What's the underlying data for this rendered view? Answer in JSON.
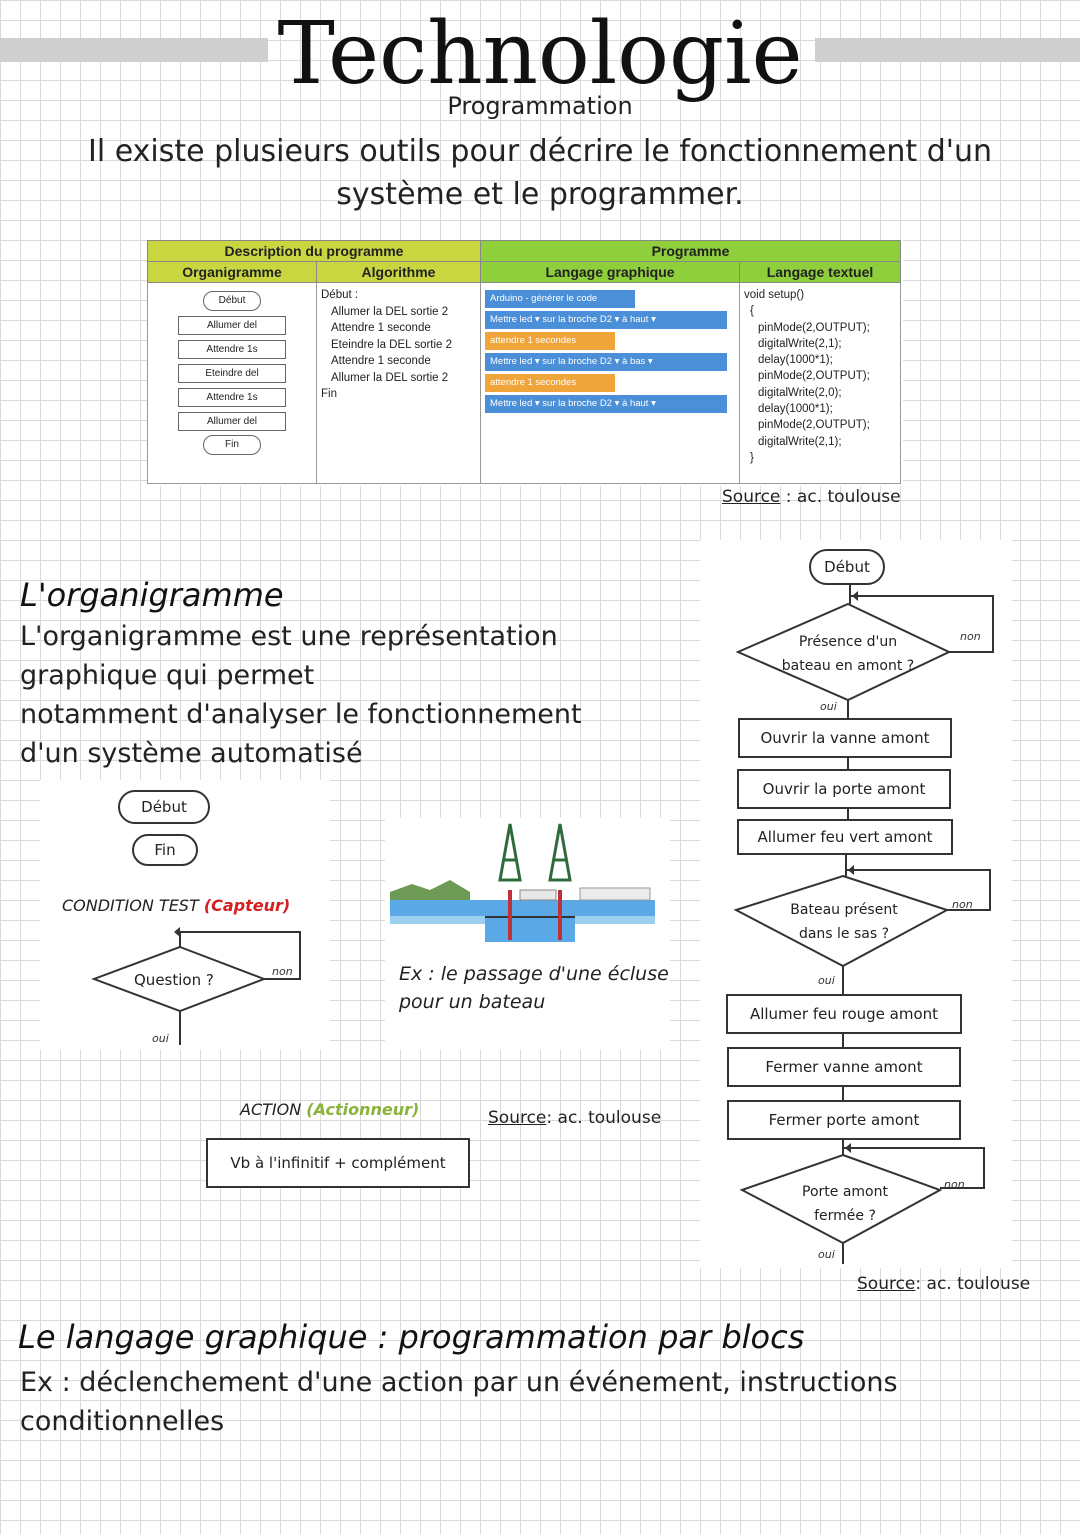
{
  "header": {
    "title": "Technologie",
    "subtitle": "Programmation",
    "intro": "Il existe plusieurs outils pour décrire le fonctionnement d'un système et le programmer."
  },
  "table": {
    "group1": "Description du programme",
    "group2": "Programme",
    "col1": "Organigramme",
    "col2": "Algorithme",
    "col3": "Langage graphique",
    "col4": "Langage textuel",
    "organigramme": [
      "Début",
      "Allumer del",
      "Attendre 1s",
      "Eteindre del",
      "Attendre 1s",
      "Allumer del",
      "Fin"
    ],
    "algorithme": [
      "Début :",
      "Allumer la DEL sortie 2",
      "Attendre 1 seconde",
      "Eteindre la DEL sortie 2",
      "Attendre 1 seconde",
      "Allumer la DEL sortie 2",
      "Fin"
    ],
    "blocks": [
      {
        "text": "Arduino - générer le code",
        "color": "#4a8fd8"
      },
      {
        "text": "Mettre led ▾ sur la broche D2 ▾ à haut ▾",
        "color": "#4a8fd8"
      },
      {
        "text": "attendre 1 secondes",
        "color": "#f0a53a"
      },
      {
        "text": "Mettre led ▾ sur la broche D2 ▾ à bas ▾",
        "color": "#4a8fd8"
      },
      {
        "text": "attendre 1 secondes",
        "color": "#f0a53a"
      },
      {
        "text": "Mettre led ▾ sur la broche D2 ▾ à haut ▾",
        "color": "#4a8fd8"
      }
    ],
    "code": [
      "void setup()",
      "{",
      "pinMode(2,OUTPUT);",
      "digitalWrite(2,1);",
      "delay(1000*1);",
      "pinMode(2,OUTPUT);",
      "digitalWrite(2,0);",
      "delay(1000*1);",
      "pinMode(2,OUTPUT);",
      "digitalWrite(2,1);",
      "}"
    ]
  },
  "source_label": "Source",
  "source1_rest": " : ac. toulouse",
  "source2_rest": ": ac. toulouse",
  "source3_rest": ": ac. toulouse",
  "organigramme_section": {
    "heading": "L'organigramme",
    "lines": [
      "L'organigramme est une représentation",
      "graphique qui permet",
      "notamment d'analyser le fonctionnement",
      "d'un système automatisé"
    ]
  },
  "legend": {
    "debut": "Début",
    "fin": "Fin",
    "condition": "CONDITION TEST",
    "capteur": "(Capteur)",
    "question": "Question ?",
    "non": "non",
    "oui": "oui",
    "action": "ACTION",
    "actionneur": "(Actionneur)",
    "action_box": "Vb à l'infinitif + complément"
  },
  "ecluse_caption": [
    "Ex : le passage d'une écluse",
    "pour un bateau"
  ],
  "flowchart": {
    "start": "Début",
    "d1": [
      "Présence d'un",
      "bateau en amont ?"
    ],
    "a1": "Ouvrir la vanne amont",
    "a2": "Ouvrir la porte amont",
    "a3": "Allumer feu vert amont",
    "d2": [
      "Bateau présent",
      "dans le sas ?"
    ],
    "a4": "Allumer feu rouge amont",
    "a5": "Fermer vanne amont",
    "a6": "Fermer porte amont",
    "d3": [
      "Porte amont",
      "fermée ?"
    ],
    "non": "non",
    "oui": "oui"
  },
  "graphique_section": {
    "heading": "Le langage graphique : programmation par blocs",
    "lines": [
      "Ex : déclenchement d'une action par un événement, instructions",
      "conditionnelles"
    ]
  },
  "colors": {
    "header_yellow": "#c9d640",
    "header_green": "#8fcf3c",
    "action_green": "#8ab33a",
    "capteur_red": "#d42020"
  }
}
